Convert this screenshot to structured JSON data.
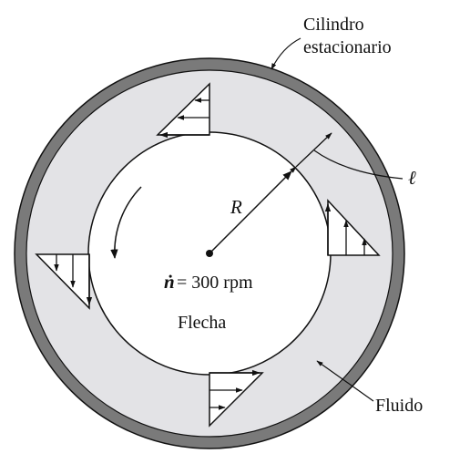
{
  "labels": {
    "cylinder_line1": "Cilindro",
    "cylinder_line2": "estacionario",
    "gap_symbol": "ℓ",
    "radius_symbol": "R",
    "speed_symbol": "ṅ",
    "speed_value": "= 300 rpm",
    "shaft": "Flecha",
    "fluid": "Fluido"
  },
  "colors": {
    "outer_wall": "#7a7a7a",
    "fluid": "#e3e3e6",
    "shaft": "#ffffff",
    "line": "#111111"
  }
}
